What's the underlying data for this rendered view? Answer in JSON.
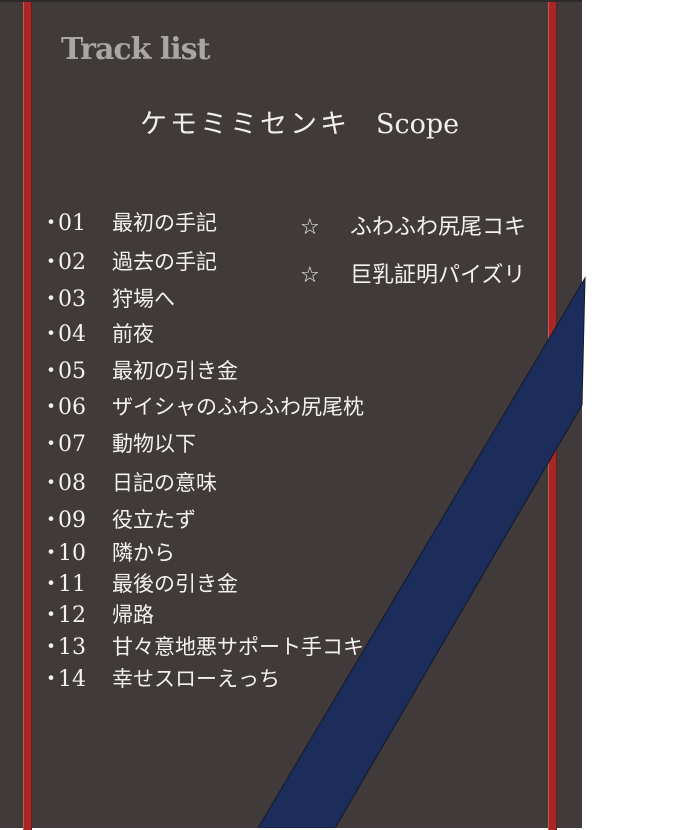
{
  "heading": "Track list",
  "album": {
    "title_jp": "ケモミミセンキ",
    "title_en": "Scope"
  },
  "tracks": [
    {
      "bullet": "・",
      "num": "01",
      "title": "最初の手記"
    },
    {
      "bullet": "・",
      "num": "02",
      "title": "過去の手記"
    },
    {
      "bullet": "・",
      "num": "03",
      "title": "狩場へ"
    },
    {
      "bullet": "・",
      "num": "04",
      "title": "前夜"
    },
    {
      "bullet": "・",
      "num": "05",
      "title": "最初の引き金"
    },
    {
      "bullet": "・",
      "num": "06",
      "title": "ザイシャのふわふわ尻尾枕"
    },
    {
      "bullet": "・",
      "num": "07",
      "title": "動物以下"
    },
    {
      "bullet": "・",
      "num": "08",
      "title": "日記の意味"
    },
    {
      "bullet": "・",
      "num": "09",
      "title": "役立たず"
    },
    {
      "bullet": "・",
      "num": "10",
      "title": "隣から"
    },
    {
      "bullet": "・",
      "num": "11",
      "title": "最後の引き金"
    },
    {
      "bullet": "・",
      "num": "12",
      "title": "帰路"
    },
    {
      "bullet": "・",
      "num": "13",
      "title": "甘々意地悪サポート手コキ"
    },
    {
      "bullet": "・",
      "num": "14",
      "title": "幸せスローえっち"
    }
  ],
  "bonus": [
    {
      "star": "☆",
      "title": "ふわふわ尻尾コキ"
    },
    {
      "star": "☆",
      "title": "巨乳証明パイズリ"
    }
  ],
  "colors": {
    "panel": "#403a3a",
    "stripe": "#a82626",
    "ribbon": "#1c2d5c",
    "heading": "#a9a6a5",
    "text": "#f4f1f0"
  }
}
